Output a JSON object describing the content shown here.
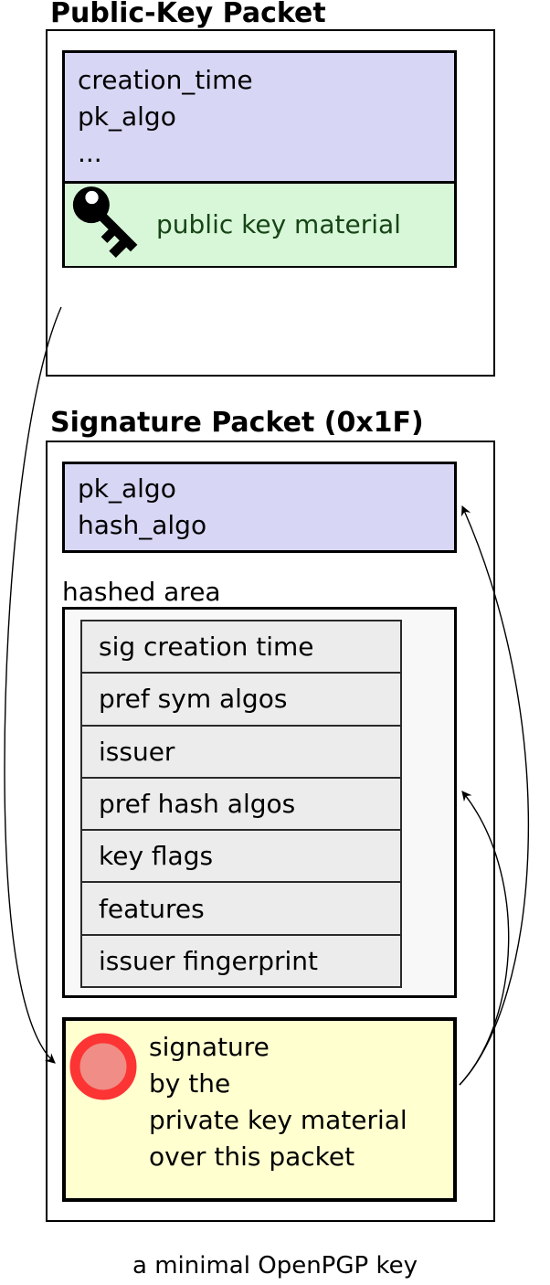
{
  "diagram": {
    "public_key_packet": {
      "title": "Public-Key Packet",
      "header_fields": [
        "creation_time",
        "pk_algo",
        "..."
      ],
      "key_material_label": "public key material"
    },
    "signature_packet": {
      "title": "Signature Packet (0x1F)",
      "header_fields": [
        "pk_algo",
        "hash_algo"
      ],
      "hashed_area_label": "hashed area",
      "hashed_subpackets": [
        "sig creation time",
        "pref sym algos",
        "issuer",
        "pref hash algos",
        "key flags",
        "features",
        "issuer fingerprint"
      ],
      "signature_lines": [
        "signature",
        "by the",
        "private key material",
        "over this packet"
      ]
    },
    "caption": "a minimal OpenPGP key",
    "colors": {
      "header_fill": "#d7d6f4",
      "key_material_fill": "#d8f7d8",
      "key_material_text": "#164516",
      "hashed_area_fill": "#f8f8f8",
      "subpacket_fill": "#ececec",
      "signature_fill": "#ffffd0",
      "seal_ring": "#fc3434",
      "seal_fill": "#ef8d86",
      "line_color": "#000000"
    }
  }
}
